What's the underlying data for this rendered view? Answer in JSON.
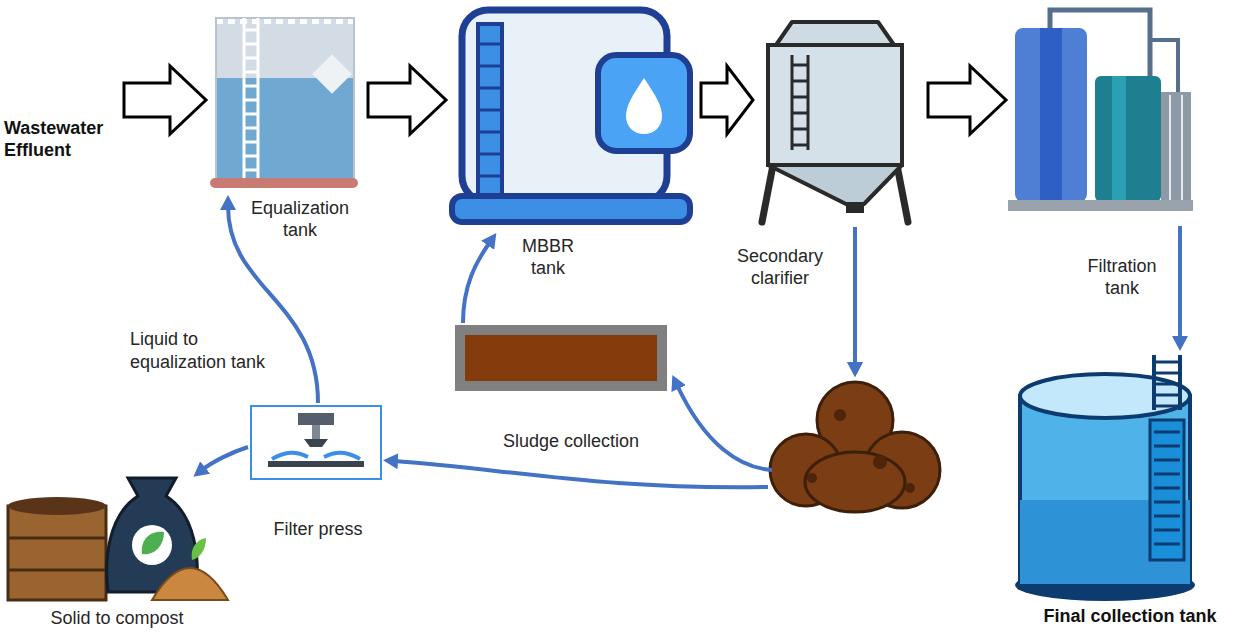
{
  "diagram": {
    "nodes": [
      {
        "text": [
          "Wastewater Effluent"
        ]
      },
      {
        "text": [
          "Equalization tank"
        ]
      },
      {
        "text": [
          "MBBR tank"
        ]
      },
      {
        "text": [
          "Secondary clarifier"
        ]
      },
      {
        "text": [
          "Filtration tank"
        ]
      },
      {
        "text": [
          "Sludge collection"
        ]
      },
      {
        "text": [
          "Filter press"
        ]
      },
      {
        "text": [
          "Solid to compost"
        ]
      },
      {
        "text": [
          "Final collection tank"
        ]
      }
    ],
    "edges": [
      {
        "from": 0,
        "to": 1,
        "arrow": "to"
      },
      {
        "from": 1,
        "to": 2,
        "arrow": "to"
      },
      {
        "from": 2,
        "to": 3,
        "arrow": "to"
      },
      {
        "from": 3,
        "to": 4,
        "arrow": "to"
      },
      {
        "from": 4,
        "to": 8,
        "arrow": "to"
      },
      {
        "from": 3,
        "to": 5,
        "arrow": "to"
      },
      {
        "from": 3,
        "to": 6,
        "arrow": "to"
      },
      {
        "from": 5,
        "to": 2,
        "arrow": "to"
      },
      {
        "from": 6,
        "to": 1,
        "label": "Liquid to equalization tank",
        "arrow": "to"
      },
      {
        "from": 6,
        "to": 7,
        "arrow": "to"
      }
    ]
  }
}
